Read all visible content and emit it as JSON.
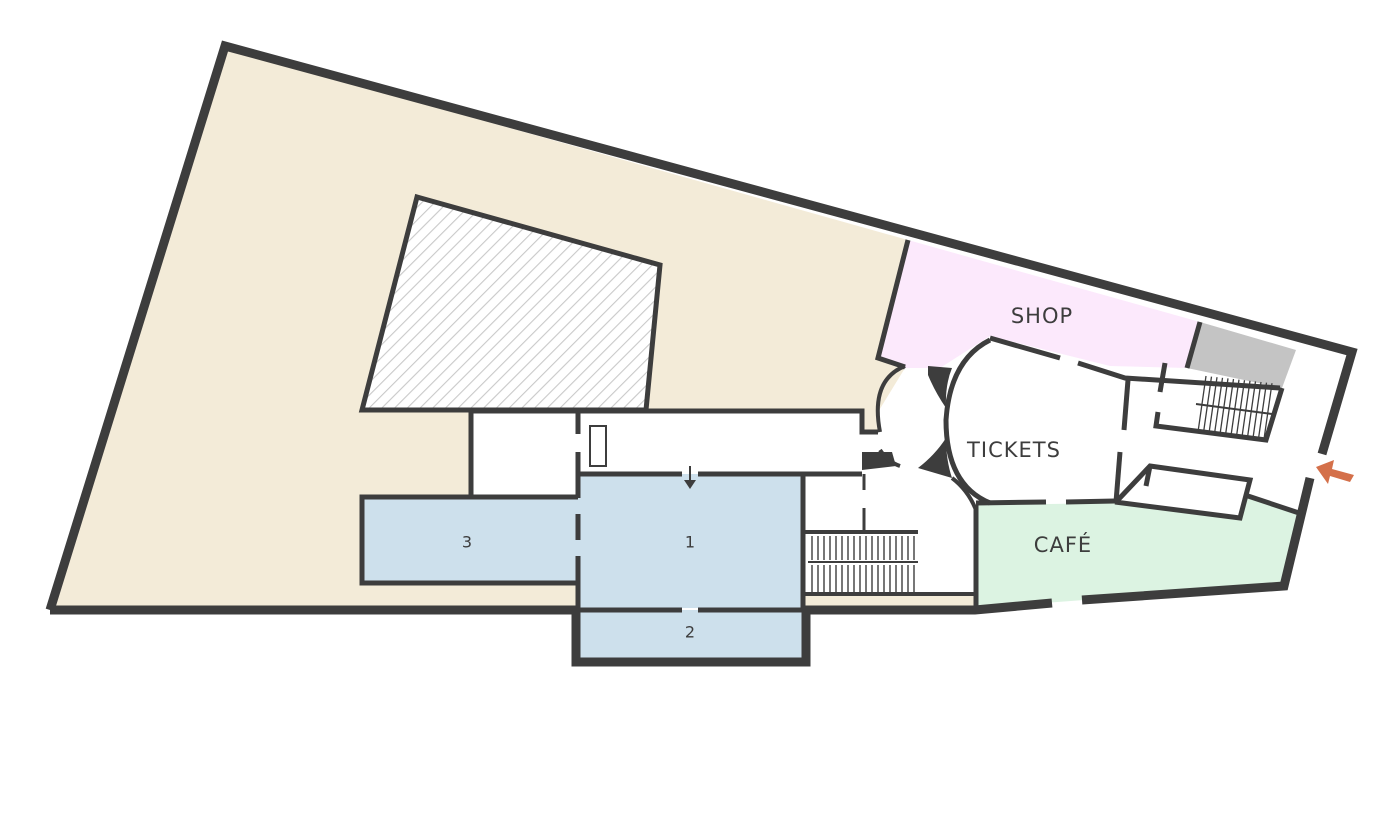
{
  "rooms": {
    "shop": "SHOP",
    "tickets": "TICKETS",
    "cafe": "CAFÉ",
    "gallery_1": "1",
    "gallery_2": "2",
    "gallery_3": "3"
  },
  "colors": {
    "courtyard": "#f3ebd8",
    "galleries": "#cde0ec",
    "shop": "#fce9fc",
    "cafe": "#dcf3e2",
    "service": "#c4c4c4",
    "walls": "#3d3d3d",
    "entrance_arrow": "#d4704a"
  },
  "icons": {
    "entrance": "entrance-arrow-icon",
    "stairs": "stairs-icon",
    "restricted_area": "hatched-area"
  }
}
